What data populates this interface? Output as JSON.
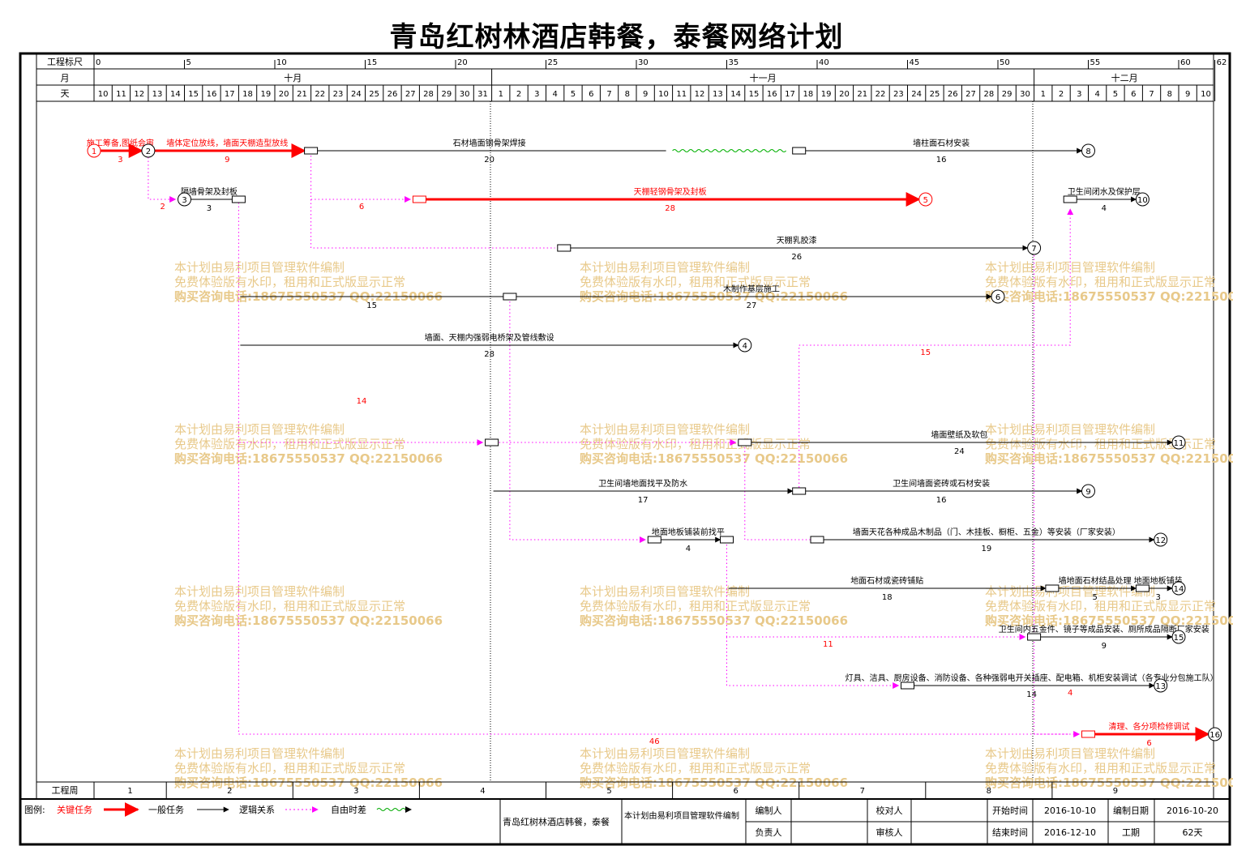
{
  "title": "青岛红树林酒店韩餐，泰餐网络计划",
  "scale_header": {
    "label": "工程标尺",
    "ticks": [
      "0",
      "5",
      "10",
      "15",
      "20",
      "25",
      "30",
      "35",
      "40",
      "45",
      "50",
      "55",
      "60",
      "62"
    ]
  },
  "month_header": {
    "label": "月",
    "months": [
      "十月",
      "十一月",
      "十二月"
    ]
  },
  "day_header": {
    "label": "天",
    "days": [
      "10",
      "11",
      "12",
      "13",
      "14",
      "15",
      "16",
      "17",
      "18",
      "19",
      "20",
      "21",
      "22",
      "23",
      "24",
      "25",
      "26",
      "27",
      "28",
      "29",
      "30",
      "31",
      "1",
      "2",
      "3",
      "4",
      "5",
      "6",
      "7",
      "8",
      "9",
      "10",
      "11",
      "12",
      "13",
      "14",
      "15",
      "16",
      "17",
      "18",
      "19",
      "20",
      "21",
      "22",
      "23",
      "24",
      "25",
      "26",
      "27",
      "28",
      "29",
      "30",
      "1",
      "2",
      "3",
      "4",
      "5",
      "6",
      "7",
      "8",
      "9",
      "10"
    ]
  },
  "week_footer": {
    "label": "工程周",
    "weeks": [
      "1",
      "2",
      "3",
      "4",
      "5",
      "6",
      "7",
      "8",
      "9"
    ]
  },
  "colors": {
    "critical": "#ff0000",
    "normal": "#000000",
    "logic": "#ff00ff",
    "float": "#00b000",
    "watermark": "#e8c98a"
  },
  "network": {
    "nodes": [
      {
        "id": "1",
        "day": 0,
        "row": 0,
        "critical": true
      },
      {
        "id": "2",
        "day": 3,
        "row": 0,
        "critical": false
      },
      {
        "id": "8",
        "day": 55,
        "row": 0,
        "critical": false
      },
      {
        "id": "3",
        "day": 5,
        "row": 1,
        "critical": false
      },
      {
        "id": "5",
        "day": 46,
        "row": 1,
        "critical": true
      },
      {
        "id": "10",
        "day": 58,
        "row": 1,
        "critical": false
      },
      {
        "id": "7",
        "day": 52,
        "row": 2,
        "critical": false
      },
      {
        "id": "6",
        "day": 50,
        "row": 3,
        "critical": false
      },
      {
        "id": "4",
        "day": 36,
        "row": 4,
        "critical": false
      },
      {
        "id": "11",
        "day": 60,
        "row": 6,
        "critical": false
      },
      {
        "id": "9",
        "day": 55,
        "row": 7,
        "critical": false
      },
      {
        "id": "12",
        "day": 59,
        "row": 8,
        "critical": false
      },
      {
        "id": "14",
        "day": 60,
        "row": 9,
        "critical": false
      },
      {
        "id": "15",
        "day": 60,
        "row": 10,
        "critical": false
      },
      {
        "id": "13",
        "day": 59,
        "row": 11,
        "critical": false
      },
      {
        "id": "16",
        "day": 62,
        "row": 12,
        "critical": false
      }
    ],
    "tasks": [
      {
        "name": "施工筹备,图纸会审",
        "duration": "3",
        "type": "critical",
        "from": 0,
        "to": 3,
        "row": 0,
        "arrow": true
      },
      {
        "name": "墙体定位放线，墙面天棚造型放线",
        "duration": "9",
        "type": "critical",
        "from": 3,
        "to": 12,
        "row": 0,
        "arrow": true
      },
      {
        "name": "石材墙面钢骨架焊接",
        "duration": "20",
        "type": "normal",
        "from": 12,
        "to": 32,
        "row": 0,
        "arrow": false
      },
      {
        "name": "墙柱面石材安装",
        "duration": "16",
        "type": "normal",
        "from": 39,
        "to": 55,
        "row": 0,
        "arrow": true
      },
      {
        "name": "隔墙骨架及封板",
        "duration": "3",
        "type": "normal",
        "from": 5,
        "to": 8,
        "row": 1,
        "arrow": false
      },
      {
        "name": "天棚轻钢骨架及封板",
        "duration": "28",
        "type": "critical",
        "from": 18,
        "to": 46,
        "row": 1,
        "arrow": true
      },
      {
        "name": "卫生间闭水及保护层",
        "duration": "4",
        "type": "normal",
        "from": 54,
        "to": 58,
        "row": 1,
        "arrow": true
      },
      {
        "name": "天棚乳胶漆",
        "duration": "26",
        "type": "normal",
        "from": 26,
        "to": 52,
        "row": 2,
        "arrow": true
      },
      {
        "name": "",
        "duration": "15",
        "type": "normal",
        "from": 8,
        "to": 23,
        "row": 3,
        "arrow": false
      },
      {
        "name": "木制作基层施工",
        "duration": "27",
        "type": "normal",
        "from": 23,
        "to": 50,
        "row": 3,
        "arrow": true
      },
      {
        "name": "墙面、天棚内强弱电桥架及管线敷设",
        "duration": "28",
        "type": "normal",
        "from": 8,
        "to": 36,
        "row": 4,
        "arrow": true
      },
      {
        "name": "墙面壁纸及软包",
        "duration": "24",
        "type": "normal",
        "from": 36,
        "to": 60,
        "row": 6,
        "arrow": true
      },
      {
        "name": "卫生间墙地面找平及防水",
        "duration": "17",
        "type": "normal",
        "from": 22,
        "to": 39,
        "row": 7,
        "arrow": true
      },
      {
        "name": "卫生间墙面瓷砖或石材安装",
        "duration": "16",
        "type": "normal",
        "from": 39,
        "to": 55,
        "row": 7,
        "arrow": true
      },
      {
        "name": "地面地板铺装前找平",
        "duration": "4",
        "type": "normal",
        "from": 31,
        "to": 35,
        "row": 8,
        "arrow": true
      },
      {
        "name": "墙面天花各种成品木制品（门、木挂板、橱柜、五金）等安装（厂家安装）",
        "duration": "19",
        "type": "normal",
        "from": 40,
        "to": 59,
        "row": 8,
        "arrow": true
      },
      {
        "name": "地面石材或瓷砖铺贴",
        "duration": "18",
        "type": "normal",
        "from": 35,
        "to": 53,
        "row": 9,
        "arrow": true
      },
      {
        "name": "墙地面石材结晶处理",
        "duration": "5",
        "type": "normal",
        "from": 53,
        "to": 58,
        "row": 9,
        "arrow": true
      },
      {
        "name": "地面地板铺装",
        "duration": "3",
        "type": "normal",
        "from": 58,
        "to": 60,
        "row": 9,
        "arrow": true
      },
      {
        "name": "卫生间内五金件、镜子等成品安装、厕所成品隔断厂家安装",
        "duration": "9",
        "type": "normal",
        "from": 52,
        "to": 60,
        "row": 10,
        "arrow": true
      },
      {
        "name": "灯具、洁具、厨房设备、消防设备、各种强弱电开关插座、配电箱、机柜安装调试（各专业分包施工队）",
        "duration": "14",
        "type": "normal",
        "from": 45,
        "to": 59,
        "row": 11,
        "arrow": true
      },
      {
        "name": "清理、各分项检修调试",
        "duration": "6",
        "type": "critical",
        "from": 55,
        "to": 62,
        "row": 12,
        "arrow": true
      }
    ],
    "logic_labels": [
      "2",
      "6",
      "14",
      "15",
      "11",
      "46",
      "4"
    ],
    "float_label": "自由时差"
  },
  "watermark": {
    "line1": "本计划由易利项目管理软件编制",
    "line2": "免费体验版有水印，租用和正式版显示正常",
    "line3": "购买咨询电话:18675550537 QQ:22150066"
  },
  "legend": {
    "label": "图例:",
    "critical": "关键任务",
    "normal": "一般任务",
    "logic": "逻辑关系",
    "float": "自由时差"
  },
  "footer": {
    "project": "青岛红树林酒店韩餐，泰餐",
    "software": "本计划由易利项目管理软件编制",
    "editor_label": "编制人",
    "editor": "",
    "checker_label": "校对人",
    "checker": "",
    "reviewer_label": "负责人",
    "reviewer": "",
    "auditor_label": "审核人",
    "auditor": "",
    "start_label": "开始时间",
    "start": "2016-10-10",
    "end_label": "结束时间",
    "end": "2016-12-10",
    "date_label": "编制日期",
    "date": "2016-10-20",
    "period_label": "工期",
    "period": "62天"
  }
}
